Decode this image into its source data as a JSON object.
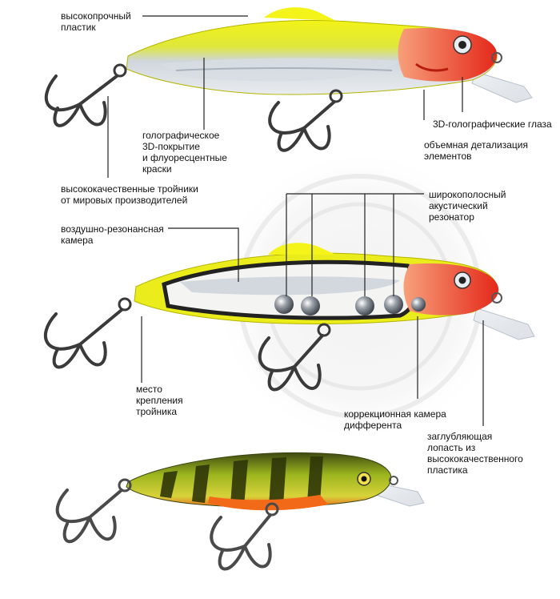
{
  "labels": {
    "high_strength_plastic": "высокопрочный\nпластик",
    "holographic_coating": "голографическое\n3D-покрытие\nи флуоресцентные\nкраски",
    "eyes_3d": "3D-голографические глаза",
    "volumetric_detail": "объемная детализация\nэлементов",
    "quality_trebles": "высококачественные тройники\nот мировых производителей",
    "broadband_resonator": "широкополосный\nакустический\nрезонатор",
    "air_resonance_chamber": "воздушно-резонансная\nкамера",
    "treble_attachment": "место\nкрепления\nтройника",
    "trim_chamber": "коррекционная камера\nдифферента",
    "diving_lip": "заглубляющая\nлопасть из\nвысококачественного\nпластика"
  },
  "colors": {
    "body_yellow": "#e8ec1a",
    "head_red": "#e8321e",
    "silver": "#c9ccd2",
    "perch_green": "#8aa61c",
    "perch_orange": "#e8641a",
    "hook_dark": "#3a3a3a",
    "leader_line": "#222222"
  }
}
